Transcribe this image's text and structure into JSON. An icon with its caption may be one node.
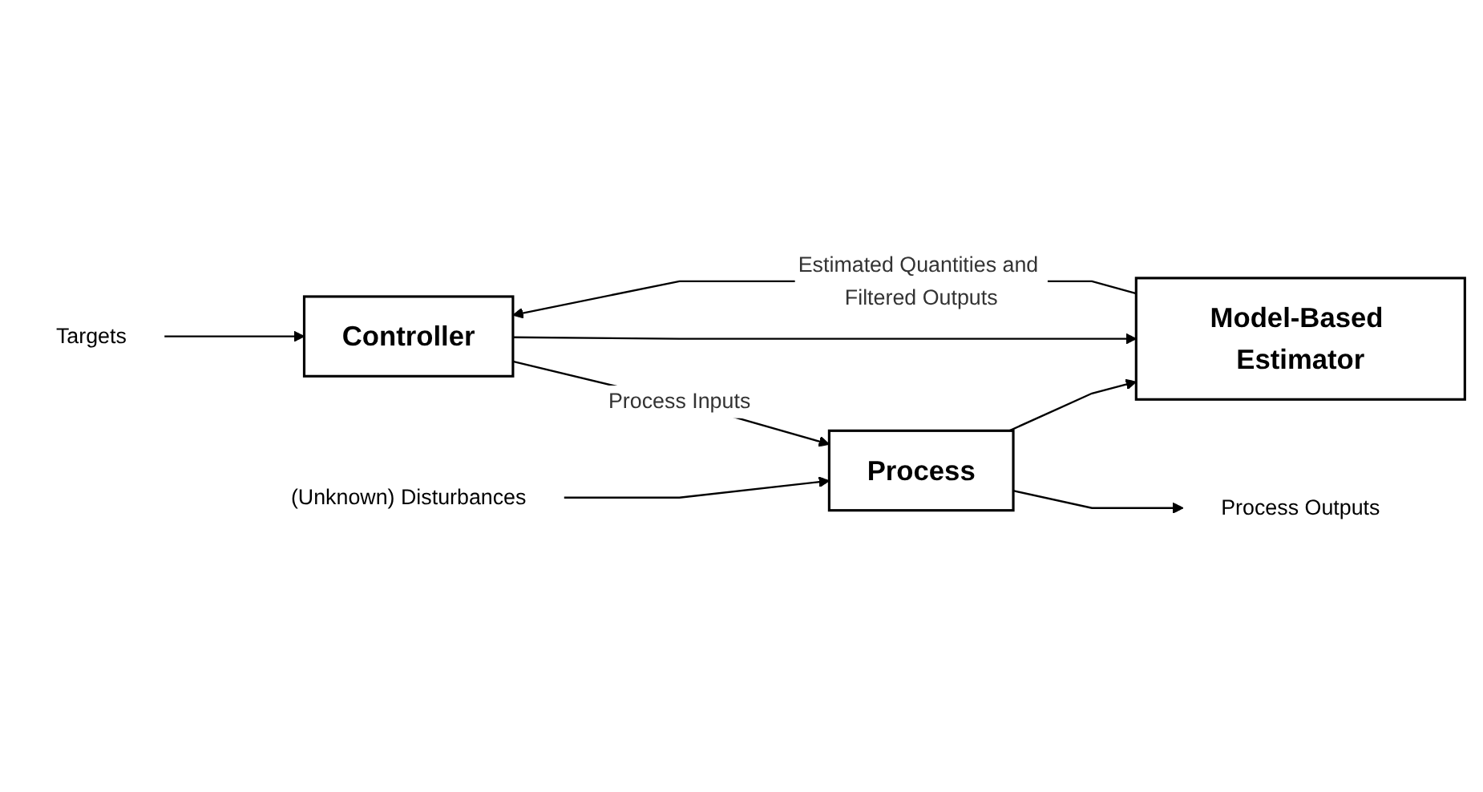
{
  "diagram": {
    "nodes": [
      {
        "text": [
          "Targets"
        ]
      },
      {
        "text": [
          "Controller"
        ]
      },
      {
        "text": [
          "Process"
        ]
      },
      {
        "text": [
          "(Unknown) Disturbances"
        ]
      },
      {
        "text": [
          "Process Outputs"
        ]
      },
      {
        "text": [
          "Model-Based Estimator"
        ]
      }
    ],
    "edges": [
      {
        "from": 0,
        "to": 1,
        "arrow": "to"
      },
      {
        "from": 1,
        "to": 2,
        "arrow": "to",
        "label": "Process Inputs"
      },
      {
        "from": 1,
        "to": 5,
        "arrow": "to"
      },
      {
        "from": 3,
        "to": 2,
        "arrow": "to"
      },
      {
        "from": 2,
        "to": 4,
        "arrow": "to"
      },
      {
        "from": 2,
        "to": 5,
        "arrow": "to"
      },
      {
        "from": 5,
        "to": 1,
        "arrow": "to",
        "label": "Estimated Quantities and Filtered Outputs"
      }
    ]
  }
}
